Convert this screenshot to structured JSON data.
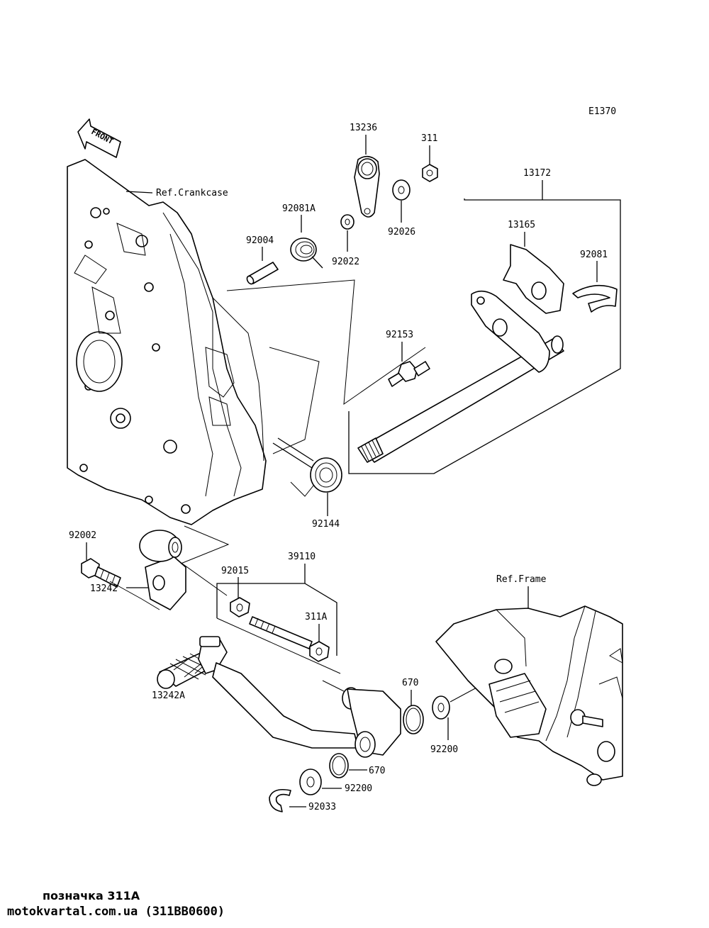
{
  "diagram_code": "E1370",
  "front_label": "FRONT",
  "labels": {
    "ref_crankcase": "Ref.Crankcase",
    "ref_frame": "Ref.Frame",
    "p13236": "13236",
    "p311": "311",
    "p13172": "13172",
    "p92081A": "92081A",
    "p92004": "92004",
    "p92022": "92022",
    "p92026": "92026",
    "p13165": "13165",
    "p92081": "92081",
    "p92153": "92153",
    "p92144": "92144",
    "p92002": "92002",
    "p39110": "39110",
    "p92015": "92015",
    "p13242": "13242",
    "p311A": "311A",
    "p670_top": "670",
    "p13242A": "13242A",
    "p92200_right": "92200",
    "p670_bottom": "670",
    "p92200_bottom": "92200",
    "p92033": "92033"
  },
  "footer": {
    "note": "позначка 311А",
    "source": "motokvartal.com.ua (311BB0600)"
  }
}
